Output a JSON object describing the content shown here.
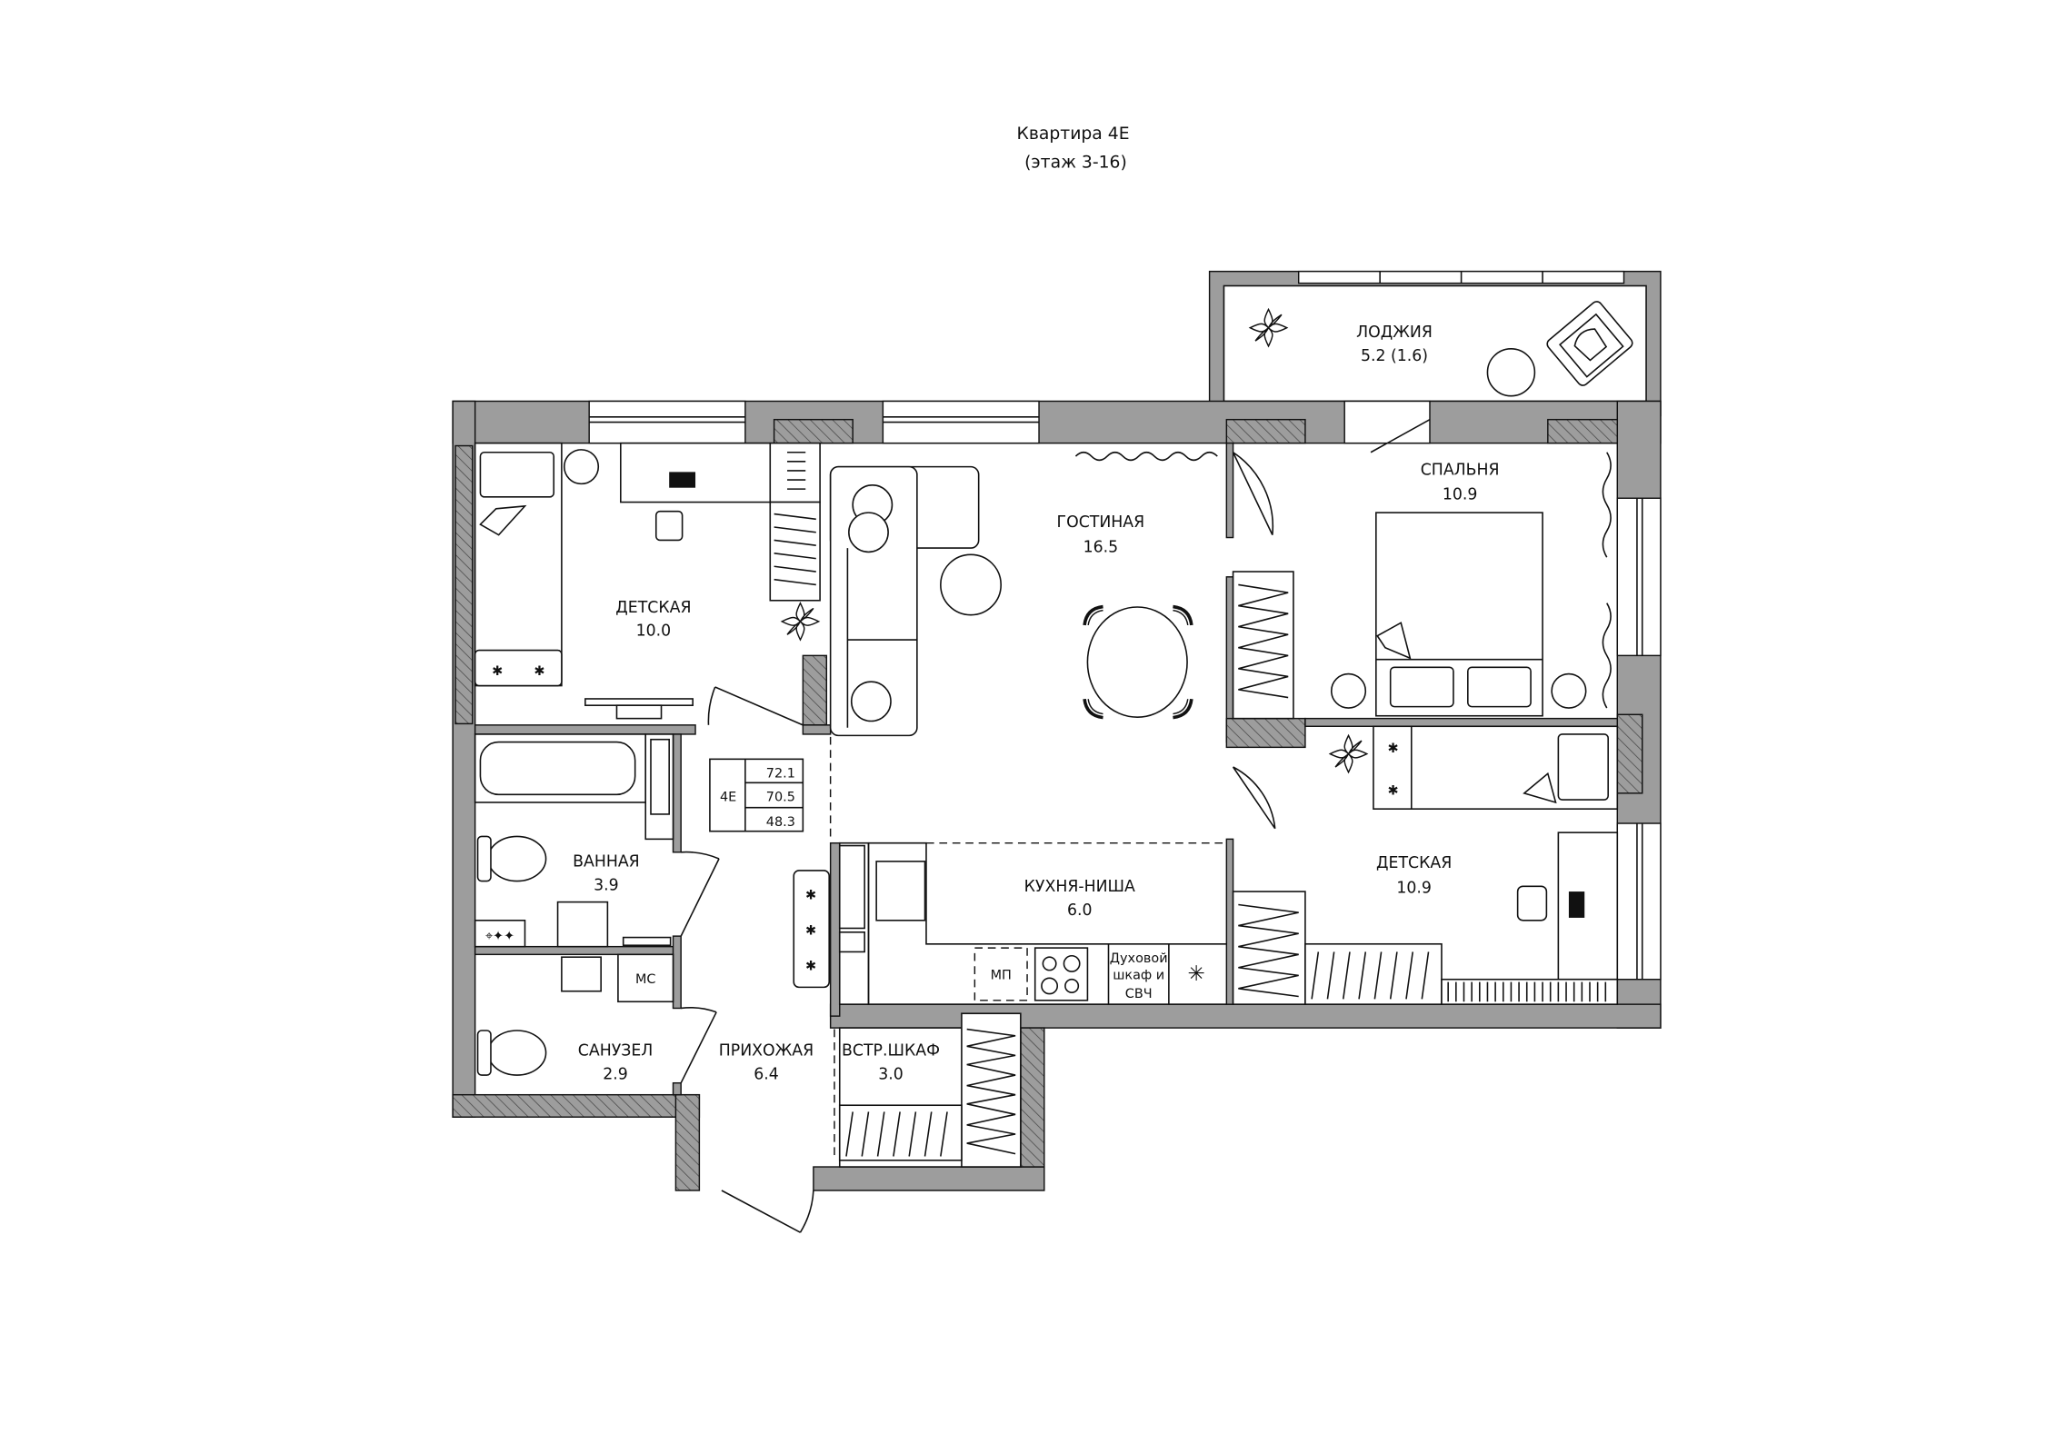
{
  "title": {
    "line1": "Квартира 4Е",
    "line2": "(этаж 3-16)"
  },
  "rooms": {
    "loggia": {
      "name": "ЛОДЖИЯ",
      "area": "5.2 (1.6)"
    },
    "kids1": {
      "name": "ДЕТСКАЯ",
      "area": "10.0"
    },
    "living": {
      "name": "ГОСТИНАЯ",
      "area": "16.5"
    },
    "bedroom": {
      "name": "СПАЛЬНЯ",
      "area": "10.9"
    },
    "kids2": {
      "name": "ДЕТСКАЯ",
      "area": "10.9"
    },
    "kitchen": {
      "name": "КУХНЯ-НИША",
      "area": "6.0"
    },
    "bath": {
      "name": "ВАННАЯ",
      "area": "3.9"
    },
    "wc": {
      "name": "САНУЗЕЛ",
      "area": "2.9"
    },
    "hall": {
      "name": "ПРИХОЖАЯ",
      "area": "6.4"
    },
    "closet": {
      "name": "ВСТР.ШКАФ",
      "area": "3.0"
    }
  },
  "summary": {
    "apartment": "4Е",
    "total": "72.1",
    "without_loggia": "70.5",
    "living": "48.3"
  },
  "labels": {
    "mp": "МП",
    "oven1": "Духовой",
    "oven2": "шкаф и",
    "oven3": "СВЧ",
    "ms": "МС"
  },
  "colors": {
    "wall": "#9d9d9d",
    "line": "#111111",
    "background": "#ffffff"
  }
}
